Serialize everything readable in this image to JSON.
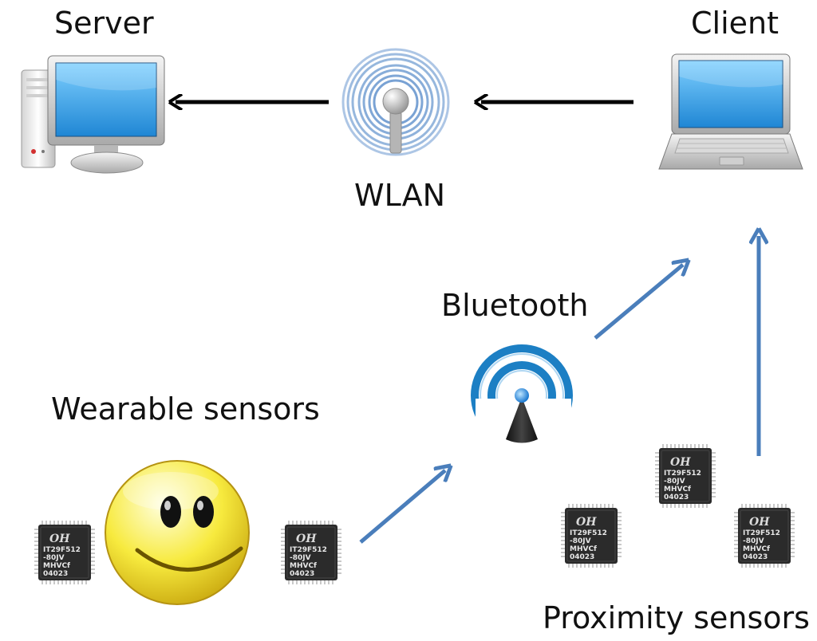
{
  "labels": {
    "server": "Server",
    "client": "Client",
    "wlan": "WLAN",
    "bluetooth": "Bluetooth",
    "wearable": "Wearable sensors",
    "proximity": "Proximity sensors"
  },
  "chip": {
    "logo": "OH",
    "lines": [
      "IT29F512",
      "-80JV",
      "MHVCf",
      "04023"
    ]
  },
  "colors": {
    "black_arrow": "#000000",
    "blue_arrow": "#4a7ebb",
    "monitor_screen": "#3aa2e6",
    "smiley": "#f5e23a",
    "bluetooth_ring": "#1c7fc4"
  },
  "icons": [
    "desktop-computer-icon",
    "wlan-antenna-icon",
    "laptop-icon",
    "bluetooth-antenna-icon",
    "smiley-face-icon",
    "sensor-chip-icon"
  ]
}
